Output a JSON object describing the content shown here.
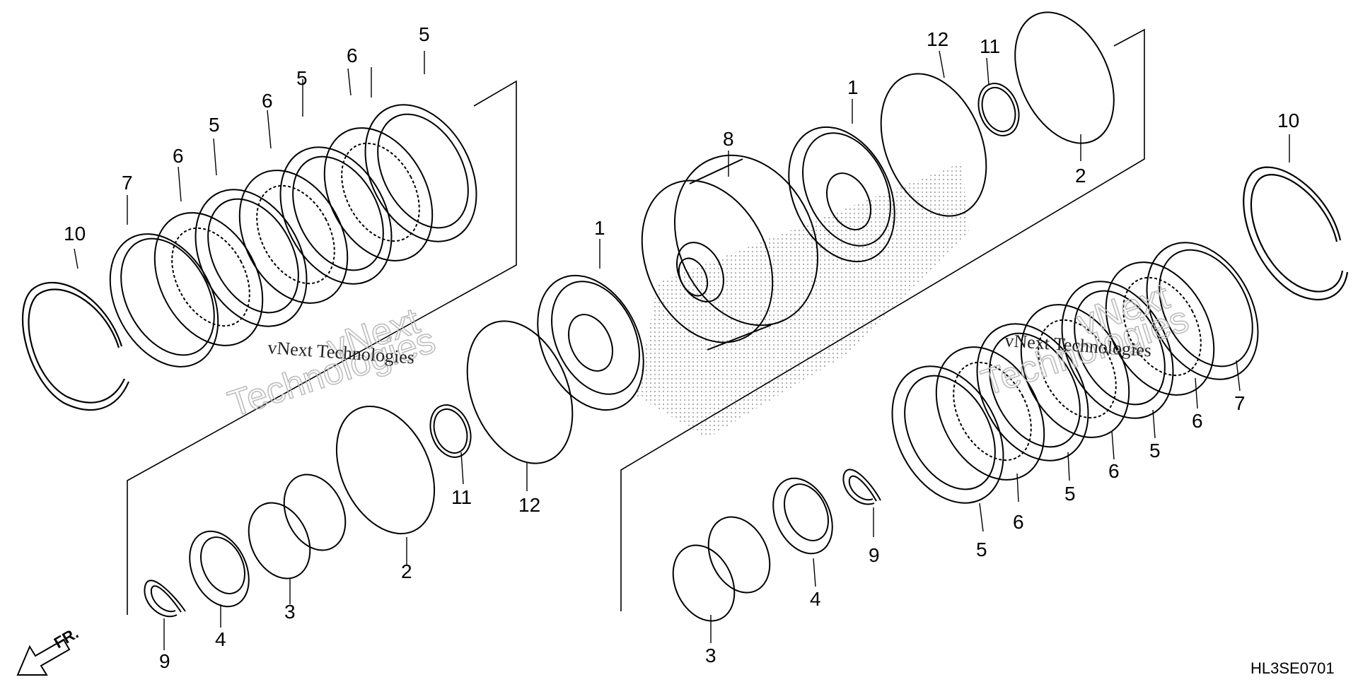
{
  "diagram": {
    "code": "HL3SE0701",
    "direction_label": "FR.",
    "ink_color": "#000000",
    "watermark_color": "#bdbdbd",
    "watermarks": [
      {
        "line1": "vNext",
        "line2": "Technologies",
        "small": "vNext Technologies"
      },
      {
        "line1": "vNext",
        "line2": "Technologies",
        "small": "vNext Technologies"
      }
    ],
    "callouts": [
      "1",
      "1",
      "2",
      "2",
      "3",
      "3",
      "4",
      "4",
      "5",
      "5",
      "5",
      "5",
      "5",
      "5",
      "6",
      "6",
      "6",
      "6",
      "6",
      "6",
      "7",
      "7",
      "8",
      "9",
      "9",
      "10",
      "10",
      "11",
      "11",
      "12",
      "12"
    ]
  }
}
